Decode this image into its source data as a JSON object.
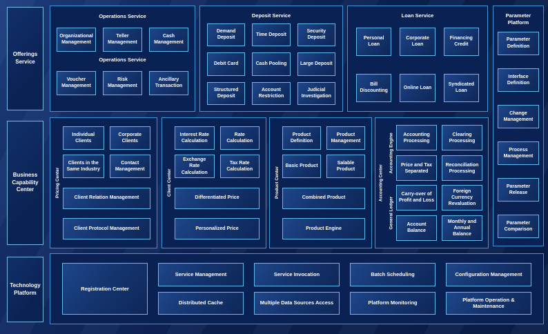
{
  "colors": {
    "background": "#0d2357",
    "panel_fill": "#0a2153",
    "panel_border": "#3f95d8",
    "box_border": "#63bbf0",
    "sidebar_border": "#79b9e5",
    "text": "#ffffff"
  },
  "offerings_service": {
    "label": "Offerings Service",
    "operations": {
      "title": "Operations Service",
      "mid_title": "Operations Service",
      "row1": [
        "Organizational Management",
        "Teller Management",
        "Cash Management"
      ],
      "row2": [
        "Voucher Management",
        "Risk Management",
        "Ancillary Transaction"
      ]
    },
    "deposit": {
      "title": "Deposit Service",
      "boxes": [
        "Demand Deposit",
        "Time Deposit",
        "Security Deposit",
        "Debit Card",
        "Cash Pooling",
        "Large Deposit",
        "Structured Deposit",
        "Account Restriction",
        "Judicial Investigation"
      ]
    },
    "loan": {
      "title": "Loan Service",
      "boxes": [
        "Personal Loan",
        "Corporate Loan",
        "Financing Credit",
        "Bill Discounting",
        "Online Loan",
        "Syndicated Loan"
      ]
    }
  },
  "parameter_platform": {
    "title": "Parameter Platform",
    "boxes": [
      "Parameter Definition",
      "Interface Definition",
      "Change Management",
      "Process Management",
      "Parameter Release",
      "Parameter Comparison"
    ]
  },
  "business_capability": {
    "label": "Business Capability Center",
    "pricing_center": {
      "vlabel": "Pricing Center",
      "small_boxes": [
        "Individual Clients",
        "Corporate Clients",
        "Clients in the Same Industry",
        "Contact Management"
      ],
      "wide_boxes": [
        "Client Relation Management",
        "Client Protocol Management"
      ]
    },
    "client_center": {
      "vlabel": "Client Center",
      "small_boxes": [
        "Interest Rate Calculation",
        "Rate Calculation",
        "Exchange Rate Calculation",
        "Tax Rate Calculation"
      ],
      "wide_boxes": [
        "Differentiated Price",
        "Personalized Price"
      ]
    },
    "product_center": {
      "vlabel": "Product Center",
      "small_boxes": [
        "Product Definition",
        "Product Management",
        "Basic Product",
        "Salable Product"
      ],
      "wide_boxes": [
        "Combined Product",
        "Product Engine"
      ]
    },
    "accounting_center": {
      "vlabel": "Accounting Center",
      "accounting_engine": {
        "vlabel": "Accounting Engine",
        "boxes": [
          "Accounting Processing",
          "Clearing Processing",
          "Price and Tax Separated",
          "Reconciliation Processing"
        ]
      },
      "general_ledger": {
        "vlabel": "General Ledger",
        "boxes": [
          "Carry-over of Profit and Loss",
          "Foreign Currency Revaluation",
          "Account Balance",
          "Monthly and Annual Balance"
        ]
      }
    }
  },
  "technology_platform": {
    "label": "Technology Platform",
    "registration": "Registration Center",
    "columns": [
      [
        "Service Management",
        "Distributed Cache"
      ],
      [
        "Service Invocation",
        "Multiple Data Sources Access"
      ],
      [
        "Batch Scheduling",
        "Platform Monitoring"
      ],
      [
        "Configuration Management",
        "Platform Operation & Maintenance"
      ]
    ]
  }
}
